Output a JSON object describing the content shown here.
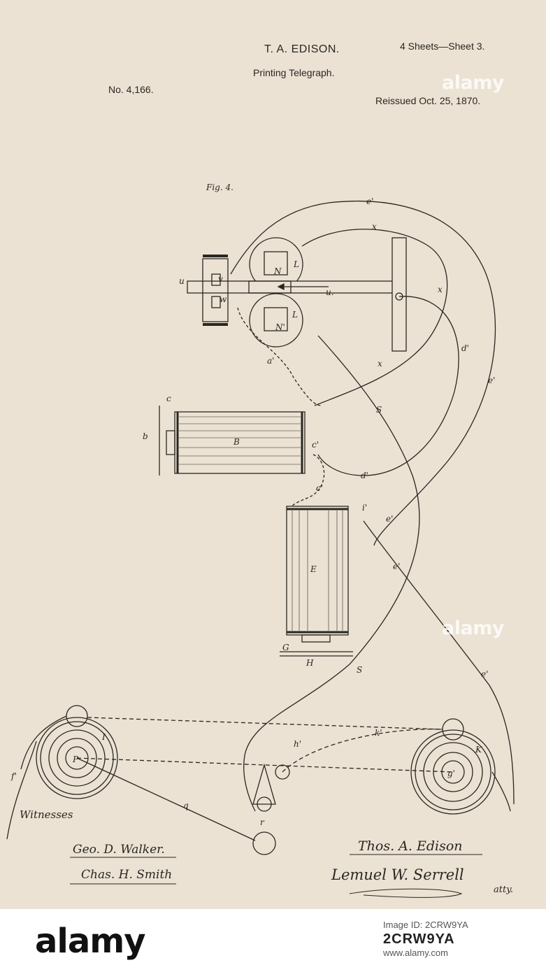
{
  "header": {
    "title": "T. A. EDISON.",
    "subtitle": "Printing Telegraph.",
    "sheets": "4 Sheets—Sheet 3.",
    "patent_no": "No. 4,166.",
    "reissued": "Reissued Oct. 25, 1870."
  },
  "figure": {
    "label": "Fig. 4.",
    "labels": {
      "e_prime_top": "e'",
      "x_top": "x",
      "x_right": "x",
      "x_mid": "x",
      "L_top": "L",
      "L_bot": "L",
      "N_top": "N",
      "N_bot": "N'",
      "u_left": "u",
      "u_mid": "u.",
      "v": "v",
      "w": "w",
      "a_prime": "a'",
      "d_prime_top": "d'",
      "d_prime_bot": "d'",
      "e_prime_right": "e'",
      "e_prime_mid": "e'",
      "e_prime_lower": "e'",
      "e_prime_far": "e'",
      "c_small": "c",
      "b_small": "b",
      "B": "B",
      "c_prime_top": "c'",
      "c_prime_bot": "c'",
      "i_prime": "i'",
      "S_top": "S",
      "S_bot": "S",
      "E": "E",
      "G": "G",
      "H": "H",
      "I": "I",
      "P": "P",
      "h_prime": "h'",
      "k_prime": "k'",
      "K": "K",
      "g_prime": "g'",
      "f_prime": "f'",
      "q": "q",
      "r": "r"
    }
  },
  "signatures": {
    "witnesses": "Witnesses",
    "witness_1": "Geo. D. Walker.",
    "witness_2": "Chas. H. Smith",
    "inventor": "Thos. A. Edison",
    "attorney": "Lemuel W. Serrell",
    "attorney_suffix": "atty."
  },
  "watermarks": {
    "overlay": "alamy",
    "logo": "alamy",
    "image_id_label": "Image ID: 2CRW9YA",
    "image_id": "2CRW9YA",
    "site": "www.alamy.com"
  },
  "colors": {
    "paper": "#ebe2d3",
    "ink": "#2a2622"
  }
}
